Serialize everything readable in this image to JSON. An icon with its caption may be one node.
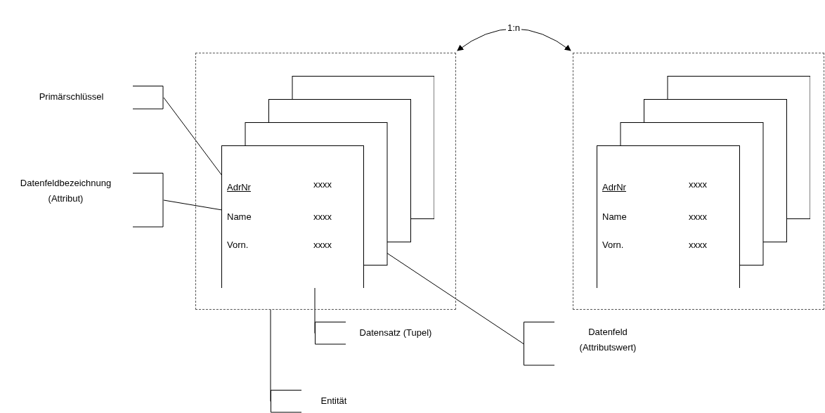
{
  "diagram": {
    "nodes": [
      {
        "text": [],
        "shape": "box"
      },
      {
        "text": [],
        "shape": "box",
        "in": 0
      },
      {
        "text": [
          "AdrNr"
        ],
        "in": 1
      },
      {
        "text": [
          "xxxx"
        ],
        "in": 1
      },
      {
        "text": [
          "Name"
        ],
        "in": 1
      },
      {
        "text": [
          "xxxx"
        ],
        "in": 1
      },
      {
        "text": [
          "Vorn."
        ],
        "in": 1
      },
      {
        "text": [
          "xxxx"
        ],
        "in": 1
      },
      {
        "text": [],
        "shape": "box"
      },
      {
        "text": [],
        "shape": "box",
        "in": 8
      },
      {
        "text": [
          "AdrNr"
        ],
        "in": 9
      },
      {
        "text": [
          "xxxx"
        ],
        "in": 9
      },
      {
        "text": [
          "Name"
        ],
        "in": 9
      },
      {
        "text": [
          "xxxx"
        ],
        "in": 9
      },
      {
        "text": [
          "Vorn."
        ],
        "in": 9
      },
      {
        "text": [
          "xxxx"
        ],
        "in": 9
      },
      {
        "text": [
          "Primärschlüssel"
        ]
      },
      {
        "text": [
          "Datenfeldbezeichnung (Attribut)"
        ]
      },
      {
        "text": [
          "Datensatz (Tupel)"
        ]
      },
      {
        "text": [
          "Datenfeld (Attributswert)"
        ]
      },
      {
        "text": [
          "Entität"
        ]
      }
    ],
    "edges": [
      {
        "from": 0,
        "to": 8,
        "arrow": "both",
        "label": "1:n"
      },
      {
        "from": 16,
        "to": 2,
        "arrow": "none"
      },
      {
        "from": 17,
        "to": 4,
        "arrow": "none"
      },
      {
        "from": 18,
        "to": 1,
        "arrow": "none"
      },
      {
        "from": 19,
        "to": 5,
        "arrow": "none"
      },
      {
        "from": 20,
        "to": 0,
        "arrow": "none"
      }
    ]
  }
}
